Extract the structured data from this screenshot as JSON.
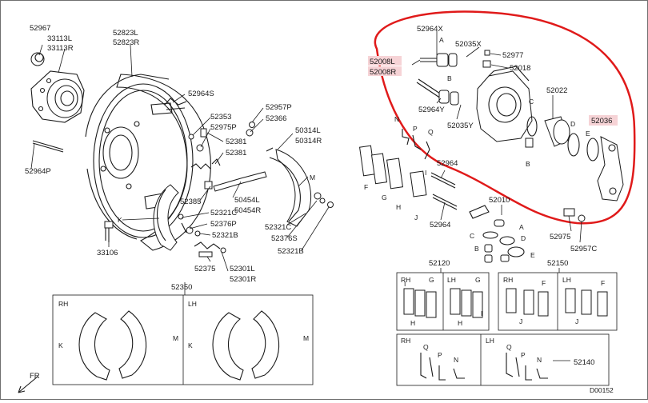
{
  "colors": {
    "highlight_circle": "#e01a1a",
    "highlight_label_bg": "#f6d3d6",
    "line": "#1a1a1a"
  },
  "labels": {
    "p52967": "52967",
    "p33113L": "33113L",
    "p33113R": "33113R",
    "p52823L": "52823L",
    "p52823R": "52823R",
    "p52964S": "52964S",
    "p52353": "52353",
    "p52975P": "52975P",
    "p52381a": "52381",
    "p52381b": "52381",
    "p52957P": "52957P",
    "p52366": "52366",
    "p50314L": "50314L",
    "p50314R": "50314R",
    "p52964P": "52964P",
    "p52385": "52385",
    "p50454L": "50454L",
    "p50454R": "50454R",
    "p52321C_a": "52321C",
    "p52376P": "52376P",
    "p52321B_a": "52321B",
    "p52321C_b": "52321C",
    "p52376S": "52376S",
    "p52321B_b": "52321B",
    "p33106": "33106",
    "p52375": "52375",
    "p52301L": "52301L",
    "p52301R": "52301R",
    "p52350": "52350",
    "p52964X": "52964X",
    "p52035X": "52035X",
    "p52977": "52977",
    "p52018": "52018",
    "p52008L": "52008L",
    "p52008R": "52008R",
    "p52022": "52022",
    "p52964Y": "52964Y",
    "p52035Y": "52035Y",
    "p52036": "52036",
    "p52964a": "52964",
    "p52964b": "52964",
    "p52010": "52010",
    "p52975": "52975",
    "p52957C": "52957C",
    "p52120": "52120",
    "p52150": "52150",
    "p52140": "52140",
    "fr": "FR",
    "code": "D00152"
  },
  "letters": {
    "A1": "A",
    "B1": "B",
    "C1": "C",
    "D1": "D",
    "E1": "E",
    "B2": "B",
    "K1": "K",
    "M1": "M",
    "N1": "N",
    "P1": "P",
    "Q1": "Q",
    "F1": "F",
    "G1": "G",
    "H1": "H",
    "I1": "I",
    "J1": "J",
    "A2": "A",
    "C2": "C",
    "B3": "B",
    "D2": "D",
    "E2": "E"
  },
  "boxes": {
    "shoe": {
      "rh": "RH",
      "lh": "LH",
      "k1": "K",
      "m1": "M",
      "k2": "K",
      "m2": "M"
    },
    "b52120": {
      "rh": "RH",
      "lh": "LH",
      "g1": "G",
      "i1": "I",
      "h1": "H",
      "g2": "G",
      "i2": "I",
      "h2": "H"
    },
    "b52150": {
      "rh": "RH",
      "lh": "LH",
      "f1": "F",
      "j1": "J",
      "f2": "F",
      "j2": "J"
    },
    "b52140": {
      "rh": "RH",
      "lh": "LH",
      "q1": "Q",
      "p1": "P",
      "n1": "N",
      "q2": "Q",
      "p2": "P",
      "n2": "N"
    }
  }
}
